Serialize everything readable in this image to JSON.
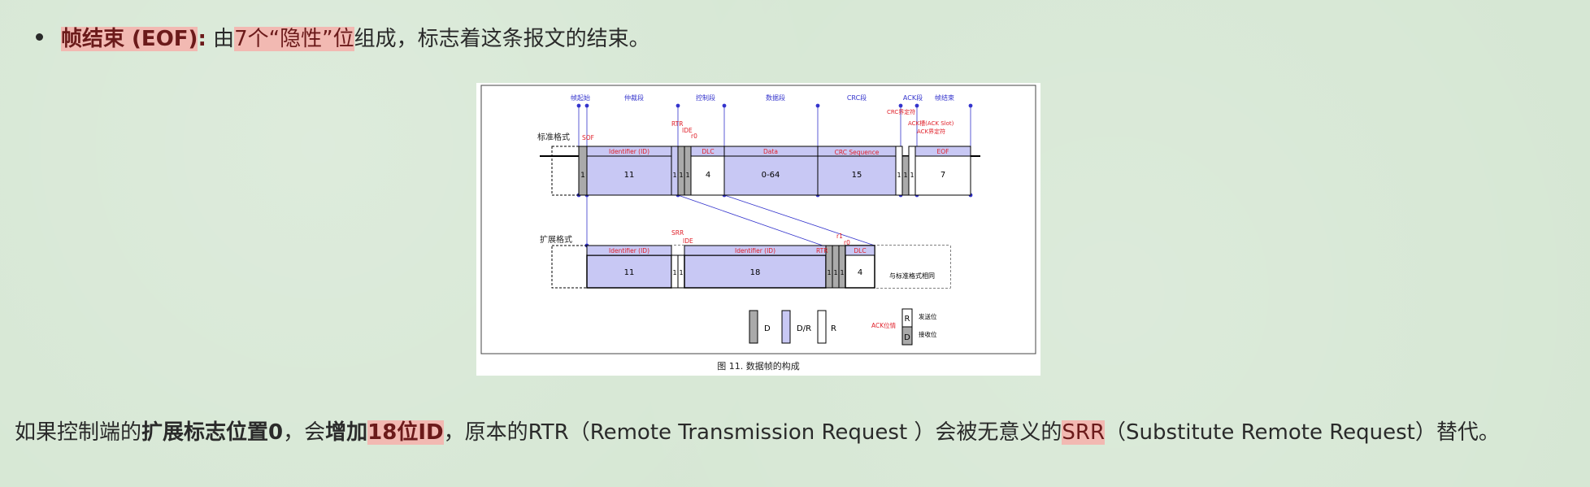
{
  "bullet": {
    "term": "帧结束 (EOF)",
    "colon": ":",
    "pre": " 由",
    "highlight": "7个“隐性”位",
    "post": "组成，标志着这条报文的结束。"
  },
  "figure": {
    "caption": "图 11.   数据帧的构成",
    "segments_top": [
      "帧起始",
      "仲裁段",
      "控制段",
      "数据段",
      "CRC段",
      "ACK段",
      "帧结束"
    ],
    "std_label": "标准格式",
    "ext_label": "扩展格式",
    "std_fields": {
      "sof": "SOF",
      "rtr": "RTR",
      "ide": "IDE",
      "r0": "r0",
      "crc_delim": "CRC界定符",
      "ack_slot": "ACK槽(ACK Slot)",
      "ack_delim": "ACK界定符",
      "identifier": "Identifier (ID)",
      "dlc": "DLC",
      "data": "Data",
      "crc_seq": "CRC Sequence",
      "eof": "EOF",
      "bits": [
        "1",
        "11",
        "1",
        "1",
        "1",
        "4",
        "0-64",
        "15",
        "1",
        "1",
        "1",
        "7"
      ]
    },
    "ext_fields": {
      "srr": "SRR",
      "ide": "IDE",
      "rtr": "RTR",
      "r1": "r1",
      "r0": "r0",
      "identifier": "Identifier (ID)",
      "identifier_ext": "Identifier (ID)",
      "dlc": "DLC",
      "same": "与标准格式相同",
      "bits": [
        "11",
        "1",
        "1",
        "18",
        "1",
        "1",
        "1",
        "4"
      ]
    },
    "legend": {
      "d": "D",
      "dr": "D/R",
      "r": "R",
      "ack_label": "ACK位情",
      "send": "发送位",
      "recv": "接收位",
      "ack_r": "R",
      "ack_d": "D"
    }
  },
  "paragraph": {
    "t1": "如果控制端的",
    "b1": "扩展标志位置0",
    "t2": "，会",
    "b2": "增加",
    "hl": "18位ID",
    "t3": "，原本的RTR（Remote Transmission Request ）会被无意义的",
    "hl2": "SRR",
    "t4": "（Substitute Remote Request）替代。"
  },
  "colors": {
    "field_fill": "#c8c8f4",
    "field_red_text": "#e0202a",
    "seg_blue": "#3333cc",
    "dominant_fill": "#aaaaaa",
    "highlight_bg": "#f2b9b2",
    "highlight_text": "#6b1a1a"
  }
}
